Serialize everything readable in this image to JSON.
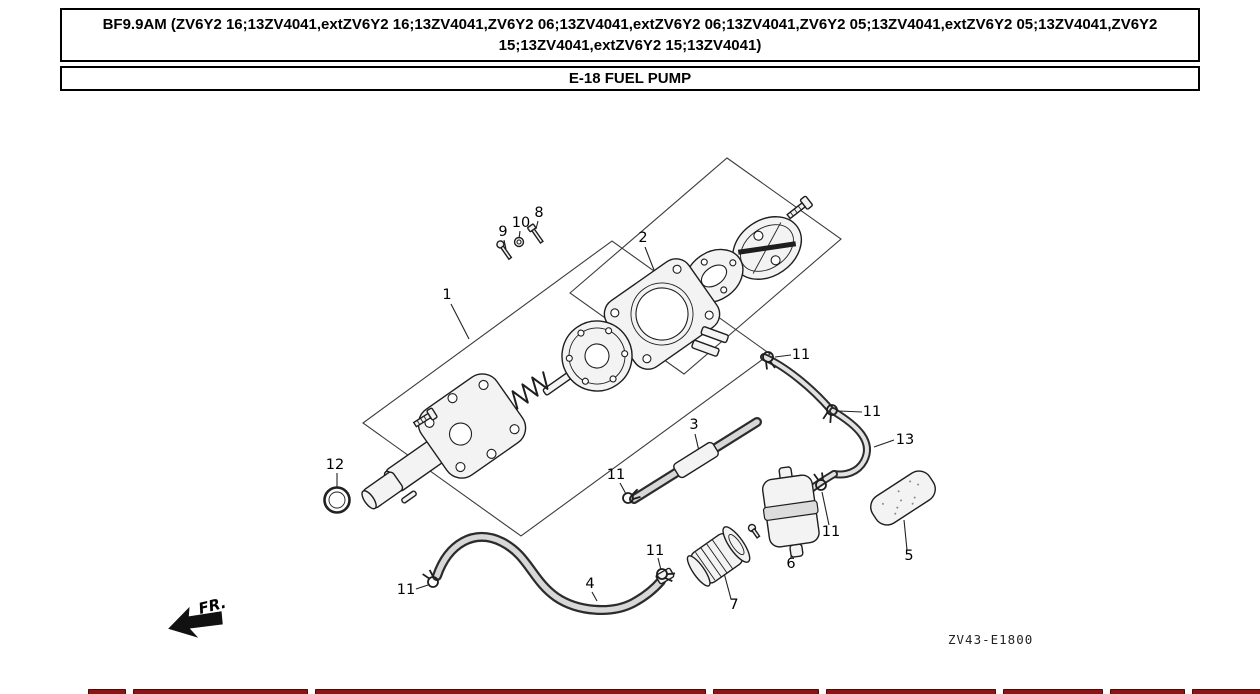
{
  "header": {
    "model_line": "BF9.9AM (ZV6Y2 16;13ZV4041,extZV6Y2 16;13ZV4041,ZV6Y2 06;13ZV4041,extZV6Y2 06;13ZV4041,ZV6Y2 05;13ZV4041,extZV6Y2 05;13ZV4041,ZV6Y2 15;13ZV4041,extZV6Y2 15;13ZV4041)",
    "section_title": "E-18 FUEL PUMP"
  },
  "diagram": {
    "drawing_code": "ZV43-E1800",
    "direction_label": "FR.",
    "callouts": {
      "c1": "1",
      "c2": "2",
      "c3": "3",
      "c4": "4",
      "c5": "5",
      "c6": "6",
      "c7": "7",
      "c8": "8",
      "c9": "9",
      "c10": "10",
      "c11a": "11",
      "c11b": "11",
      "c11c": "11",
      "c11d": "11",
      "c11e": "11",
      "c11f": "11",
      "c12": "12",
      "c13": "13"
    }
  },
  "colors": {
    "accent_bar": "#8a1515"
  }
}
